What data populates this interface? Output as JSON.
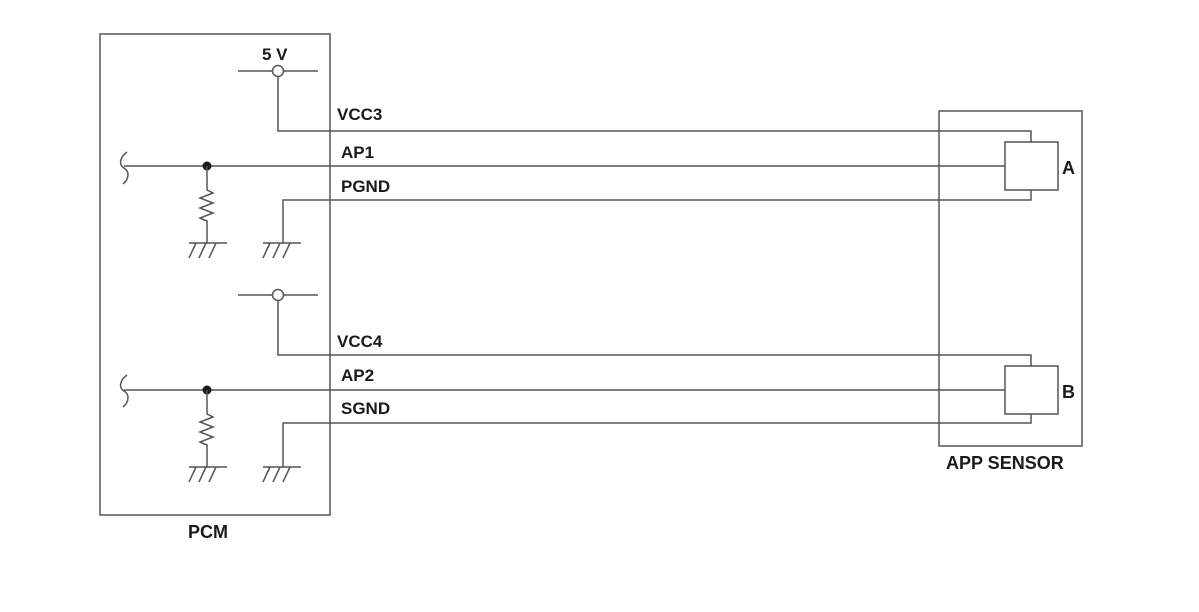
{
  "pcm": {
    "label": "PCM",
    "supply_label": "5 V"
  },
  "sensor": {
    "label": "APP SENSOR",
    "element_a": "A",
    "element_b": "B"
  },
  "signals": {
    "vcc3": "VCC3",
    "ap1": "AP1",
    "pgnd": "PGND",
    "vcc4": "VCC4",
    "ap2": "AP2",
    "sgnd": "SGND"
  },
  "colors": {
    "line": "#555555",
    "text": "#1a1a1a"
  }
}
